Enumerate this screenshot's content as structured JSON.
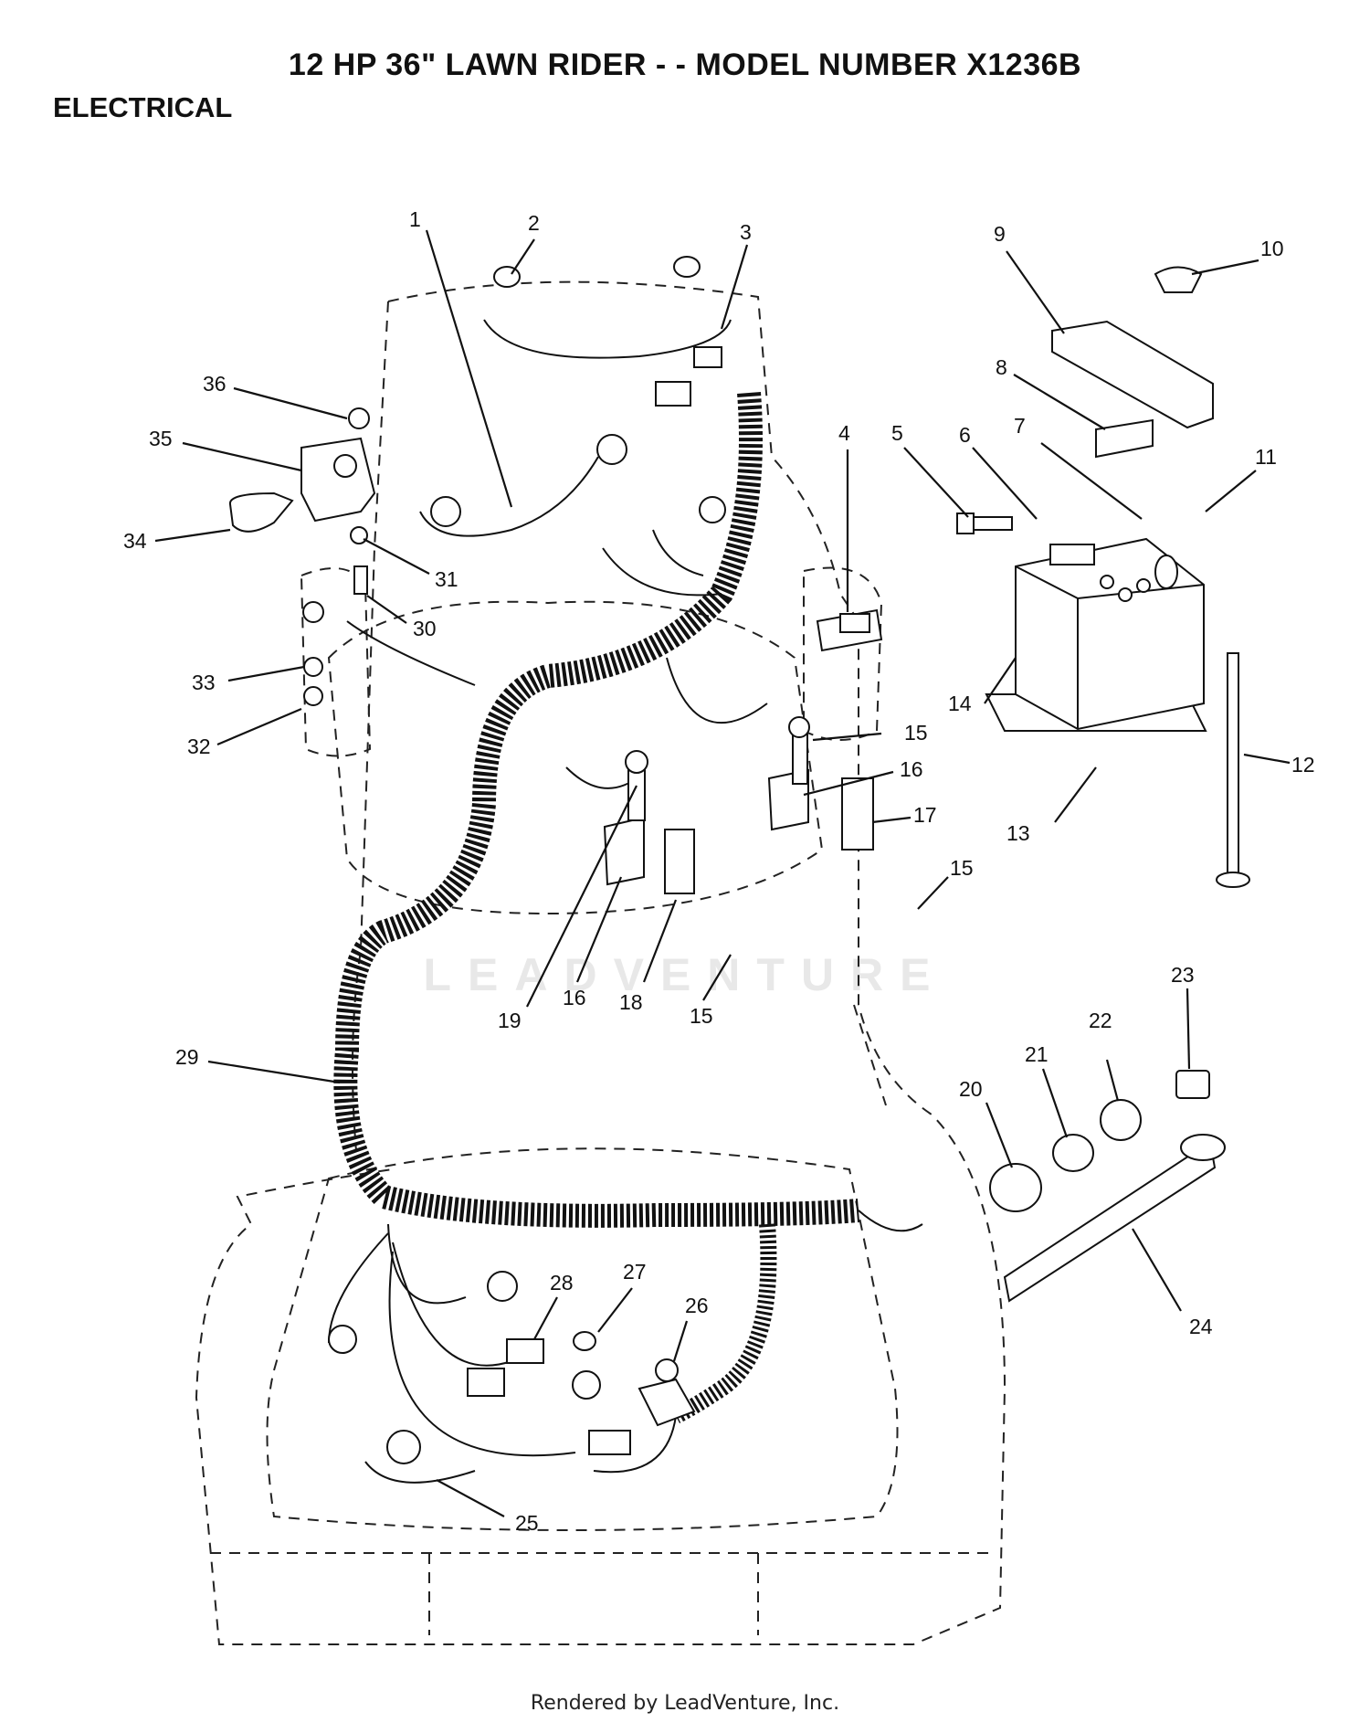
{
  "header": {
    "title": "12 HP 36\" LAWN RIDER - - MODEL NUMBER X1236B",
    "section": "ELECTRICAL"
  },
  "watermark": "LEADVENTURE",
  "footer": "Rendered by LeadVenture, Inc.",
  "callouts": [
    "1",
    "2",
    "3",
    "4",
    "5",
    "6",
    "7",
    "8",
    "9",
    "10",
    "11",
    "12",
    "13",
    "14",
    "15",
    "15",
    "15",
    "15",
    "16",
    "16",
    "17",
    "18",
    "19",
    "20",
    "21",
    "22",
    "23",
    "24",
    "25",
    "26",
    "27",
    "28",
    "29",
    "30",
    "31",
    "32",
    "33",
    "34",
    "35",
    "36"
  ]
}
